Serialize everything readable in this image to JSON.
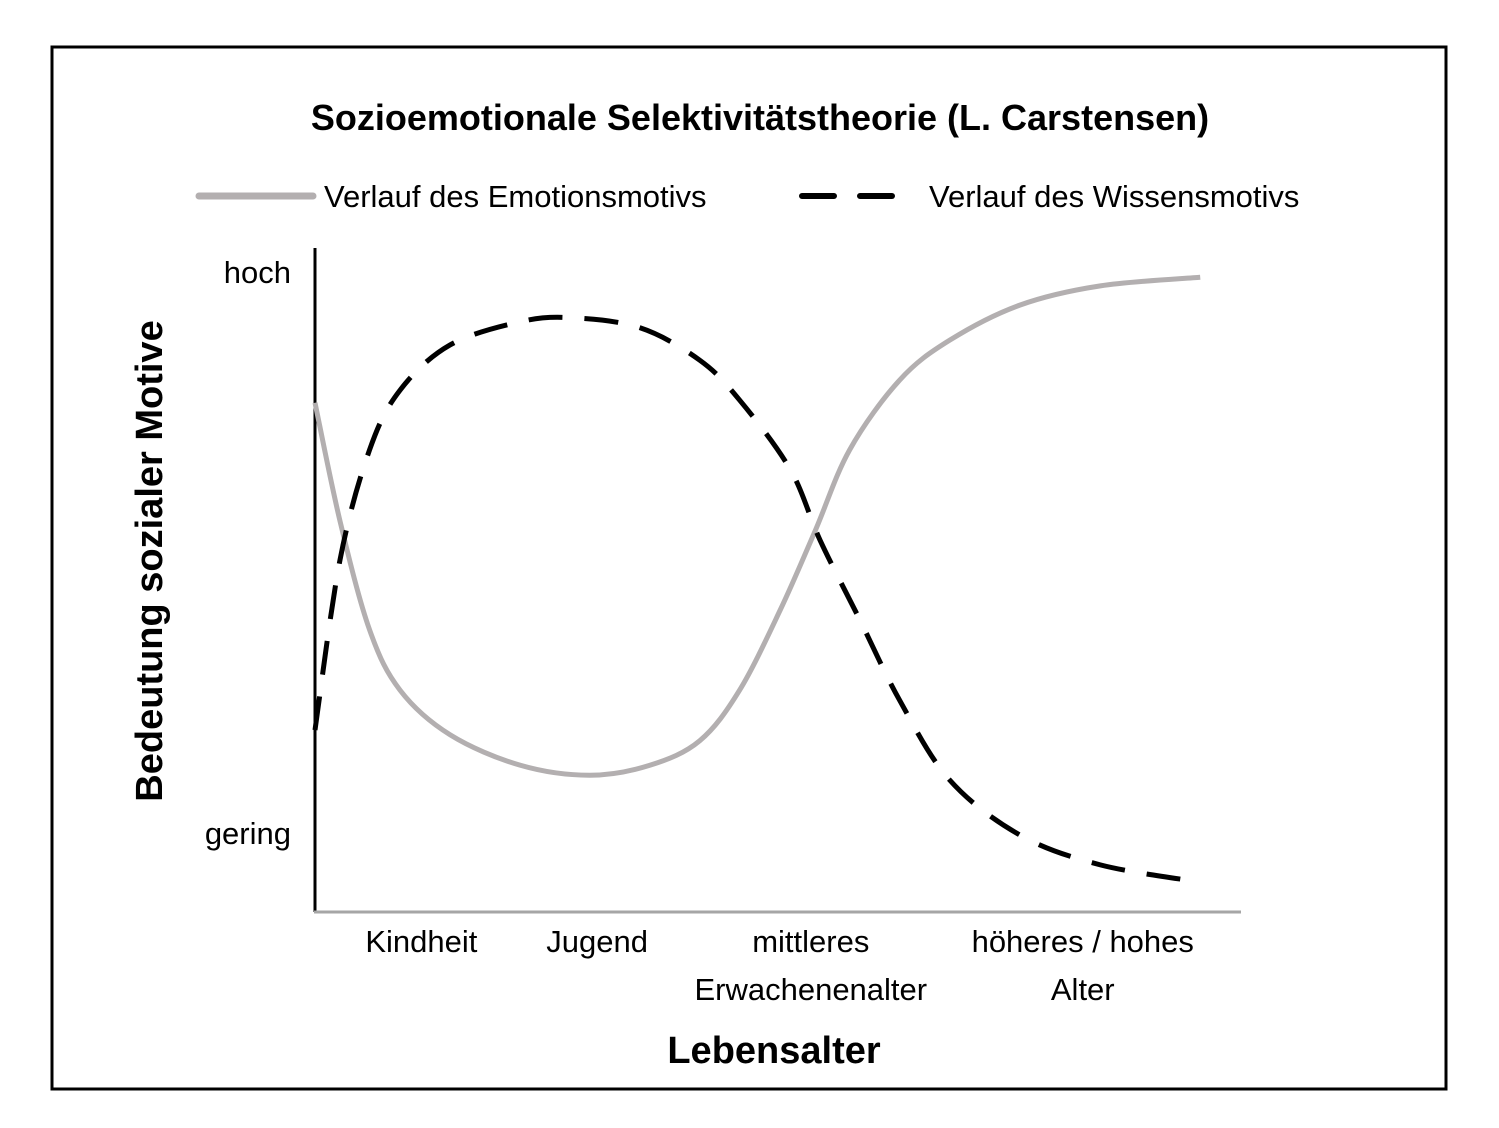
{
  "chart_data": {
    "type": "line",
    "title": "Sozioemotionale Selektivitätstheorie (L. Carstensen)",
    "xlabel": "Lebensalter",
    "ylabel": "Bedeutung sozialer Motive",
    "xlim": [
      0,
      100
    ],
    "ylim": [
      0,
      1
    ],
    "grid": false,
    "legend_placement": "top",
    "y_ticks": [
      {
        "label": "hoch",
        "value": 0.964
      },
      {
        "label": "gering",
        "value": 0.119
      }
    ],
    "x_categories": [
      {
        "lines": [
          "Kindheit"
        ],
        "value": 11.5
      },
      {
        "lines": [
          "Jugend"
        ],
        "value": 30.5
      },
      {
        "lines": [
          "mittleres",
          "Erwachenenalter"
        ],
        "value": 53.6
      },
      {
        "lines": [
          "höheres / hohes",
          "Alter"
        ],
        "value": 83
      }
    ],
    "series": [
      {
        "name": "Verlauf des Emotionsmotivs",
        "color": "#b3afb0",
        "style": "solid",
        "x": [
          0,
          2.7,
          5.9,
          9.2,
          14.6,
          22.2,
          29.7,
          36.2,
          41.6,
          45.9,
          50.3,
          54.1,
          57.8,
          63.2,
          68.6,
          76.2,
          84.9,
          95.7
        ],
        "y": [
          0.767,
          0.589,
          0.425,
          0.334,
          0.267,
          0.221,
          0.206,
          0.221,
          0.258,
          0.334,
          0.455,
          0.575,
          0.696,
          0.801,
          0.861,
          0.914,
          0.943,
          0.956
        ]
      },
      {
        "name": "Verlauf des Wissensmotivs",
        "color": "#000000",
        "style": "dashed",
        "x": [
          0,
          2.7,
          5.9,
          9.2,
          14.6,
          22.2,
          27.6,
          35.1,
          41.6,
          45.9,
          51.4,
          54.6,
          58.9,
          63.2,
          68.6,
          76.2,
          84.9,
          95.7
        ],
        "y": [
          0.274,
          0.53,
          0.696,
          0.786,
          0.854,
          0.889,
          0.895,
          0.88,
          0.831,
          0.771,
          0.666,
          0.56,
          0.44,
          0.319,
          0.199,
          0.116,
          0.071,
          0.045
        ]
      }
    ]
  }
}
